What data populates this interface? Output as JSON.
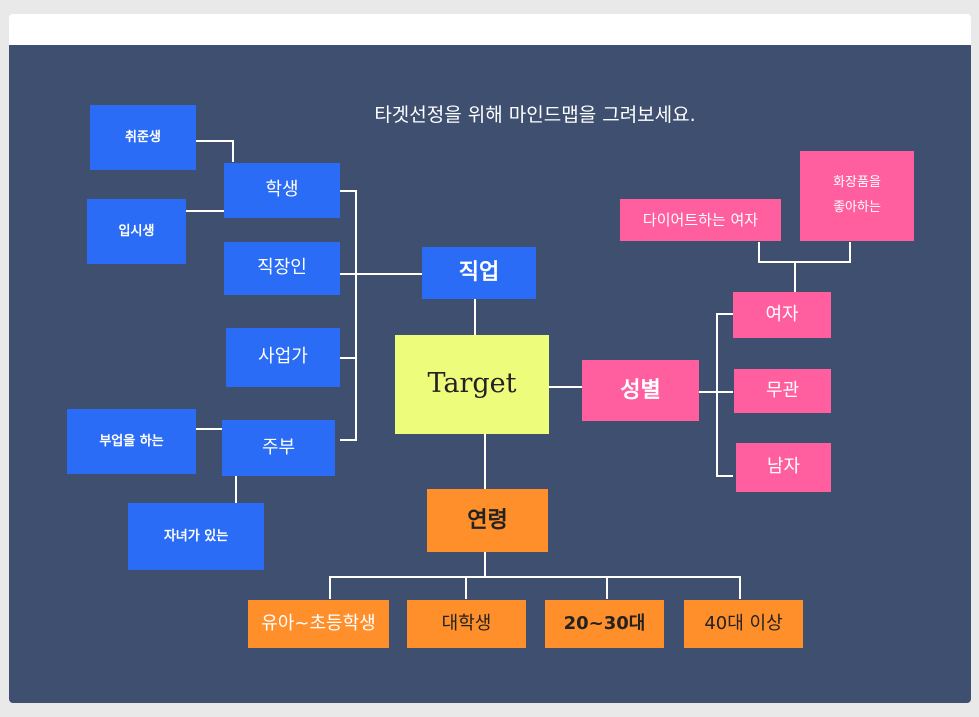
{
  "title": "타겟선정을 위해 마인드맵을 그려보세요.",
  "center": "Target",
  "job": {
    "label": "직업",
    "items": [
      "학생",
      "직장인",
      "사업가",
      "주부"
    ],
    "student_sub": [
      "취준생",
      "입시생"
    ],
    "housewife_sub": [
      "부업을 하는",
      "자녀가 있는"
    ]
  },
  "gender": {
    "label": "성별",
    "items": [
      "여자",
      "무관",
      "남자"
    ],
    "female_sub": [
      "다이어트하는 여자",
      "화장품을\n좋아하는"
    ]
  },
  "age": {
    "label": "연령",
    "items": [
      "유아~초등학생",
      "대학생",
      "20~30대",
      "40대 이상"
    ]
  },
  "colors": {
    "background": "#3f4f70",
    "blue": "#2a6cf5",
    "pink": "#ff5f9e",
    "orange": "#ff8f2a",
    "yellow": "#eefc7c"
  }
}
